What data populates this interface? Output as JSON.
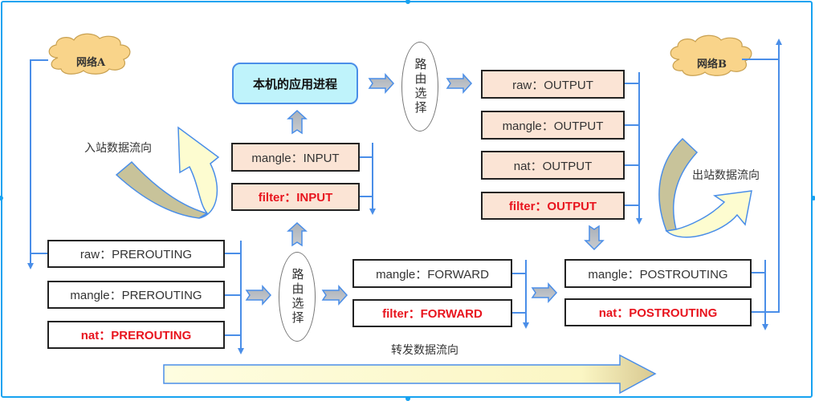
{
  "networks": {
    "a": "网络A",
    "b": "网络B"
  },
  "local_process": "本机的应用进程",
  "routing_decision": "路由选择",
  "flow_labels": {
    "inbound": "入站数据流向",
    "outbound": "出站数据流向",
    "forward": "转发数据流向"
  },
  "prerouting_chain": [
    {
      "label": "raw：PREROUTING",
      "highlight": false
    },
    {
      "label": "mangle：PREROUTING",
      "highlight": false
    },
    {
      "label": "nat：PREROUTING",
      "highlight": true
    }
  ],
  "input_chain": [
    {
      "label": "mangle：INPUT",
      "highlight": false
    },
    {
      "label": "filter：INPUT",
      "highlight": true
    }
  ],
  "output_chain": [
    {
      "label": "raw：OUTPUT",
      "highlight": false
    },
    {
      "label": "mangle：OUTPUT",
      "highlight": false
    },
    {
      "label": "nat：OUTPUT",
      "highlight": false
    },
    {
      "label": "filter：OUTPUT",
      "highlight": true
    }
  ],
  "forward_chain": [
    {
      "label": "mangle：FORWARD",
      "highlight": false
    },
    {
      "label": "filter：FORWARD",
      "highlight": true
    }
  ],
  "postrouting_chain": [
    {
      "label": "mangle：POSTROUTING",
      "highlight": false
    },
    {
      "label": "nat：POSTROUTING",
      "highlight": true
    }
  ],
  "colors": {
    "line_blue": "#4a8ee8",
    "highlight_red": "#e8141e",
    "box_peach": "#fbe4d5",
    "process_cyan": "#bff3fb",
    "cloud_fill": "#f9d48a",
    "arrow_yellow": "#fdfcd0",
    "arrow_olive": "#c8c39a"
  }
}
